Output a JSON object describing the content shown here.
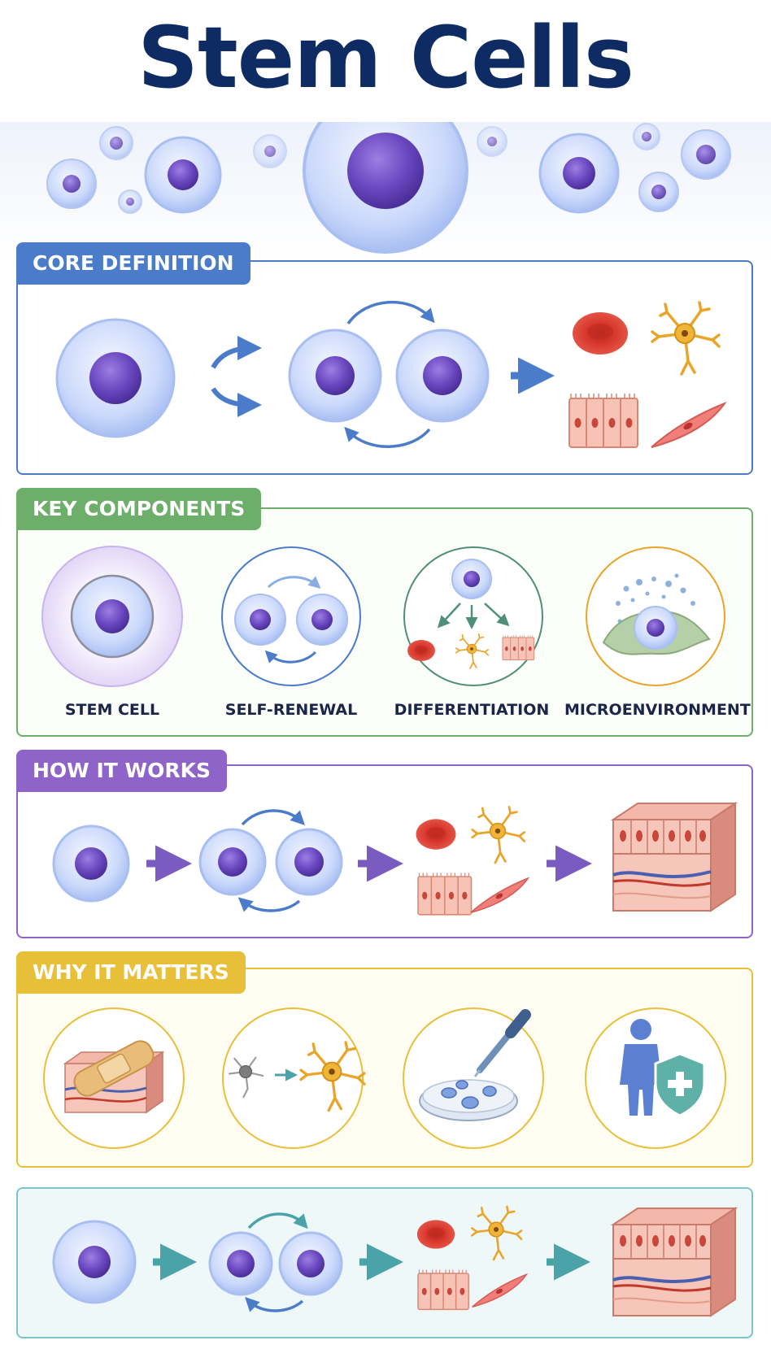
{
  "title": "Stem Cells",
  "sections": {
    "core": {
      "label": "CORE DEFINITION"
    },
    "components": {
      "label": "KEY COMPONENTS",
      "items": [
        "STEM CELL",
        "SELF-RENEWAL",
        "DIFFERENTIATION",
        "MICROENVIRONMENT"
      ]
    },
    "how": {
      "label": "HOW IT WORKS"
    },
    "why": {
      "label": "WHY IT MATTERS"
    }
  },
  "colors": {
    "title": "#0f2b63",
    "core": "#4a7cc9",
    "components": "#6cae6a",
    "how": "#8e64c9",
    "why": "#e8bf38",
    "summary": "#7ec3cc",
    "nucleus": "#6a48c0",
    "red_cell": "#d8362b",
    "neuron": "#e8a52a",
    "tissue": "#f2b2a6"
  }
}
